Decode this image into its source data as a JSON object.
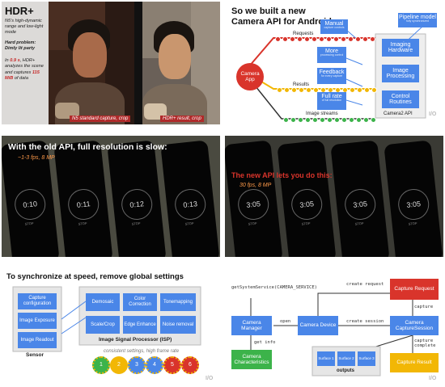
{
  "p1": {
    "title": "HDR+",
    "subtitle": "N5's high-dynamic range and low-light mode",
    "problem": "Hard problem: Dimly lit party",
    "body_a": "In",
    "time": "0.9 s",
    "body_b": ", HDR+ analyzes the scene and captures",
    "data": "115 MiB",
    "body_c": "of data",
    "cap_left": "N5 standard capture, crop",
    "cap_right": "HDR+ result, crop"
  },
  "p2": {
    "title": "So we built a new Camera API for Android",
    "manual": "Manual",
    "manual_sub": "capture controls",
    "pipeline": "Pipeline model",
    "pipeline_sub": "fully synchronized",
    "requests": "Requests",
    "more": "More",
    "more_sub": "processing control",
    "imaging_hw": "Imaging Hardware",
    "camera_app": "Camera App",
    "feedback": "Feedback",
    "feedback_sub": "for every capture",
    "image_proc": "Image Processing",
    "results": "Results",
    "full_rate": "Full rate",
    "full_rate_sub": "of full resolution",
    "control": "Control Routines",
    "image_streams": "Image streams",
    "camera2": "Camera2 API",
    "io": "I/O"
  },
  "p3": {
    "title": "With the old API, full resolution is slow:",
    "rate": "~1-3 fps, 8 MP",
    "times": [
      "0:10",
      "0:11",
      "0:12",
      "0:13"
    ],
    "sub": "STOP"
  },
  "p4": {
    "title": "The new API lets you do this:",
    "rate": "30 fps, 8 MP",
    "times": [
      "3:05",
      "3:05",
      "3:05",
      "3:05"
    ],
    "sub": "STOP"
  },
  "p5": {
    "title": "To synchronize at speed, remove global settings",
    "capture_config": "Capture configuration",
    "image_exposure": "Image Exposure",
    "image_readout": "Image Readout",
    "sensor": "Sensor",
    "demosaic": "Demosaic",
    "color_corr": "Color Correction",
    "tonemapping": "Tonemapping",
    "scale_crop": "Scale/Crop",
    "edge_enh": "Edge Enhance",
    "noise_rem": "Noise removal",
    "isp": "Image Signal Processor (ISP)",
    "consistent": "consistent settings, high frame rate",
    "frames": [
      "1",
      "2",
      "3",
      "4",
      "5",
      "6"
    ],
    "io": "I/O"
  },
  "p6": {
    "get_service": "getSystemService(CAMERA_SERVICE)",
    "create_request": "create request",
    "capture_request": "Capture Request",
    "camera_manager": "Camera Manager",
    "open": "open",
    "camera_device": "Camera Device",
    "create_session": "create session",
    "capture_session": "Camera CaptureSession",
    "capture": "capture",
    "capture_complete": "capture complete",
    "get_info": "get info",
    "camera_chars": "Camera Characteristics",
    "surfaces": [
      "Surface 1",
      "Surface 2",
      "Surface 3"
    ],
    "outputs": "outputs",
    "capture_result": "Capture Result",
    "io": "I/O"
  },
  "colors": {
    "blue": "#4a86e8",
    "red": "#d9342b",
    "green": "#3cb34a",
    "yellow": "#f2b705",
    "red_text": "#c62828"
  }
}
